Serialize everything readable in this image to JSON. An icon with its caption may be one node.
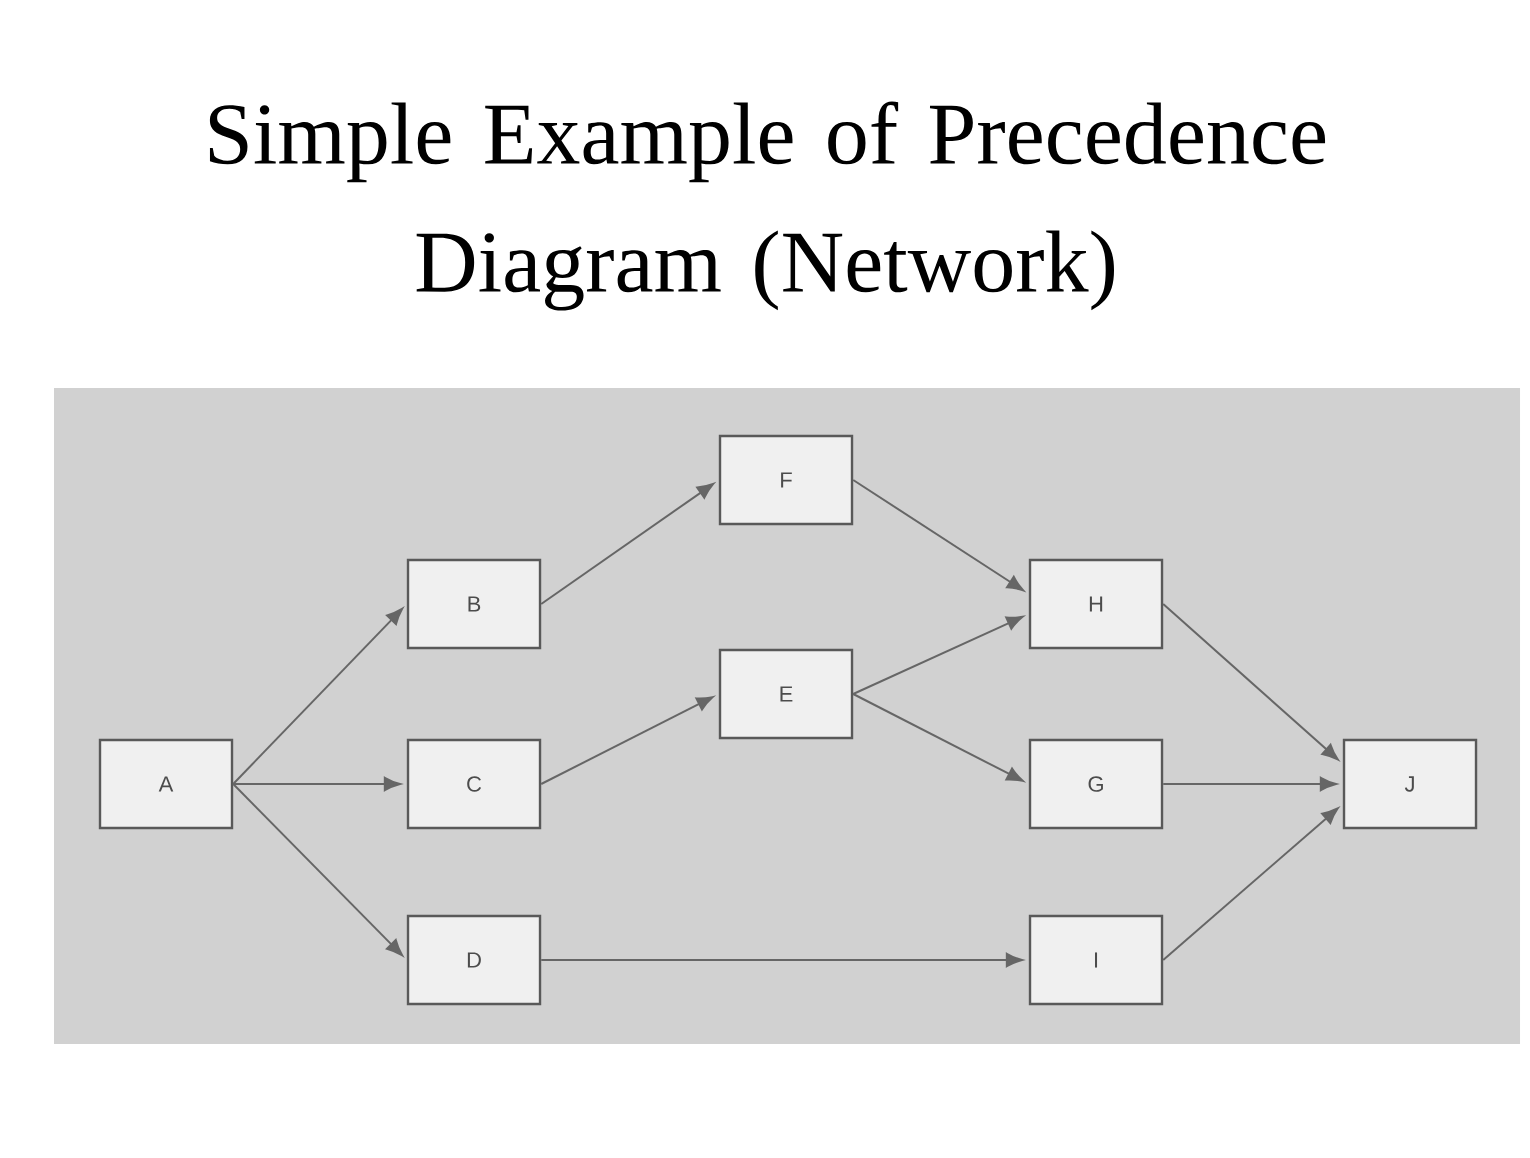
{
  "diagram": {
    "title": "Simple Example of Precedence Diagram (Network)",
    "nodes": [
      {
        "text": [
          "A"
        ]
      },
      {
        "text": [
          "B"
        ]
      },
      {
        "text": [
          "C"
        ]
      },
      {
        "text": [
          "D"
        ]
      },
      {
        "text": [
          "F"
        ]
      },
      {
        "text": [
          "E"
        ]
      },
      {
        "text": [
          "H"
        ]
      },
      {
        "text": [
          "G"
        ]
      },
      {
        "text": [
          "I"
        ]
      },
      {
        "text": [
          "J"
        ]
      }
    ],
    "edges": [
      {
        "from": 0,
        "to": 1,
        "arrow": "to"
      },
      {
        "from": 0,
        "to": 2,
        "arrow": "to"
      },
      {
        "from": 0,
        "to": 3,
        "arrow": "to"
      },
      {
        "from": 1,
        "to": 4,
        "arrow": "to"
      },
      {
        "from": 2,
        "to": 5,
        "arrow": "to"
      },
      {
        "from": 3,
        "to": 8,
        "arrow": "to"
      },
      {
        "from": 4,
        "to": 6,
        "arrow": "to"
      },
      {
        "from": 5,
        "to": 6,
        "arrow": "to"
      },
      {
        "from": 5,
        "to": 7,
        "arrow": "to"
      },
      {
        "from": 6,
        "to": 9,
        "arrow": "to"
      },
      {
        "from": 7,
        "to": 9,
        "arrow": "to"
      },
      {
        "from": 8,
        "to": 9,
        "arrow": "to"
      }
    ]
  }
}
